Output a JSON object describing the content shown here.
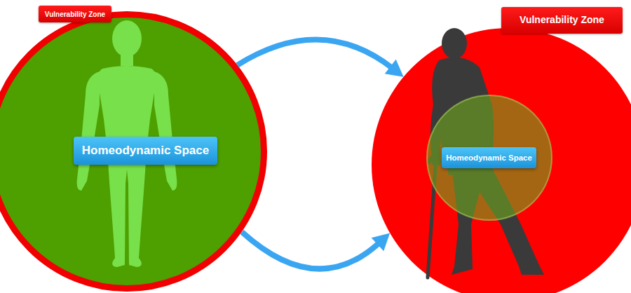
{
  "diagram": {
    "nodes": [
      {
        "text": [
          "Vulnerability Zone"
        ]
      },
      {
        "text": [
          "Homeodynamic Space"
        ],
        "in": 0
      },
      {
        "text": [
          "Vulnerability Zone"
        ]
      },
      {
        "text": [
          "Homeodynamic Space"
        ],
        "in": 2
      }
    ],
    "edges": [
      {
        "from": 0,
        "to": 2,
        "arrow": "to"
      },
      {
        "from": 0,
        "to": 2,
        "arrow": "to"
      }
    ]
  }
}
